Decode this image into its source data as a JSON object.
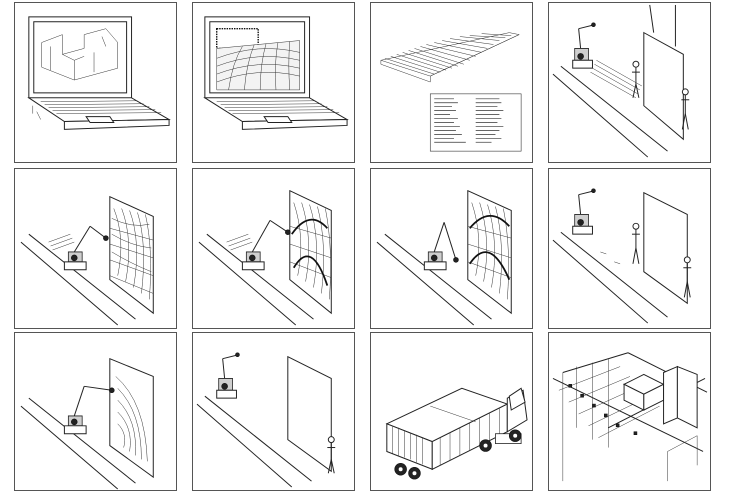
{
  "figure": {
    "rows": 3,
    "columns": 4,
    "panels": [
      {
        "id": 1,
        "depicts": "laptop-floorplan"
      },
      {
        "id": 2,
        "depicts": "laptop-wall-pattern"
      },
      {
        "id": 3,
        "depicts": "stacked-layers-with-notes"
      },
      {
        "id": 4,
        "depicts": "robot-finished-wall"
      },
      {
        "id": 5,
        "depicts": "robot-cutting-wall"
      },
      {
        "id": 6,
        "depicts": "robot-cutting-wall-2"
      },
      {
        "id": 7,
        "depicts": "robot-cutting-wall-3"
      },
      {
        "id": 8,
        "depicts": "robot-finished-wall-2"
      },
      {
        "id": 9,
        "depicts": "robot-carving-wall"
      },
      {
        "id": 10,
        "depicts": "robot-plain-wall"
      },
      {
        "id": 11,
        "depicts": "truck-transport"
      },
      {
        "id": 12,
        "depicts": "building-assembly"
      }
    ]
  }
}
